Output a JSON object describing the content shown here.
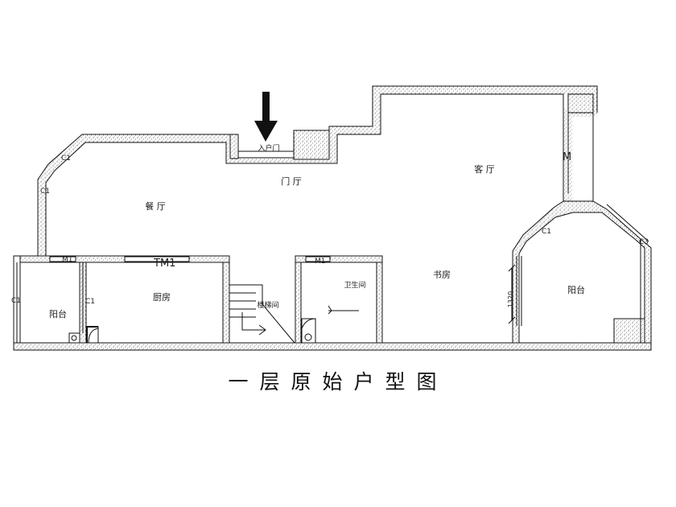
{
  "drawing": {
    "title": "一层原始户型图",
    "colors": {
      "line": "#111111",
      "wall_fill": "#ffffff",
      "hatch": "#555555",
      "background": "#ffffff"
    },
    "rooms": {
      "dining": "餐 厅",
      "foyer": "门 厅",
      "living": "客 厅",
      "study": "书房",
      "kitchen": "厨房",
      "balcony_left": "阳台",
      "balcony_right": "阳台",
      "stair": "楼梯间",
      "bathroom": "卫生间",
      "entrance": "入户门"
    },
    "tags": {
      "c1_diag": "C1",
      "c1_left": "C1",
      "c1_far_left": "C1",
      "c1_kitchen": "C1",
      "c1_right": "C1",
      "c3_right": "C3",
      "m1_left": "M1",
      "m1_bath": "M1",
      "tm1": "TM1",
      "m_right": "M"
    },
    "dimension": "1320",
    "icons": {
      "entry_arrow": "down-arrow-icon",
      "stair_arrow": "right-arrow-icon"
    }
  }
}
